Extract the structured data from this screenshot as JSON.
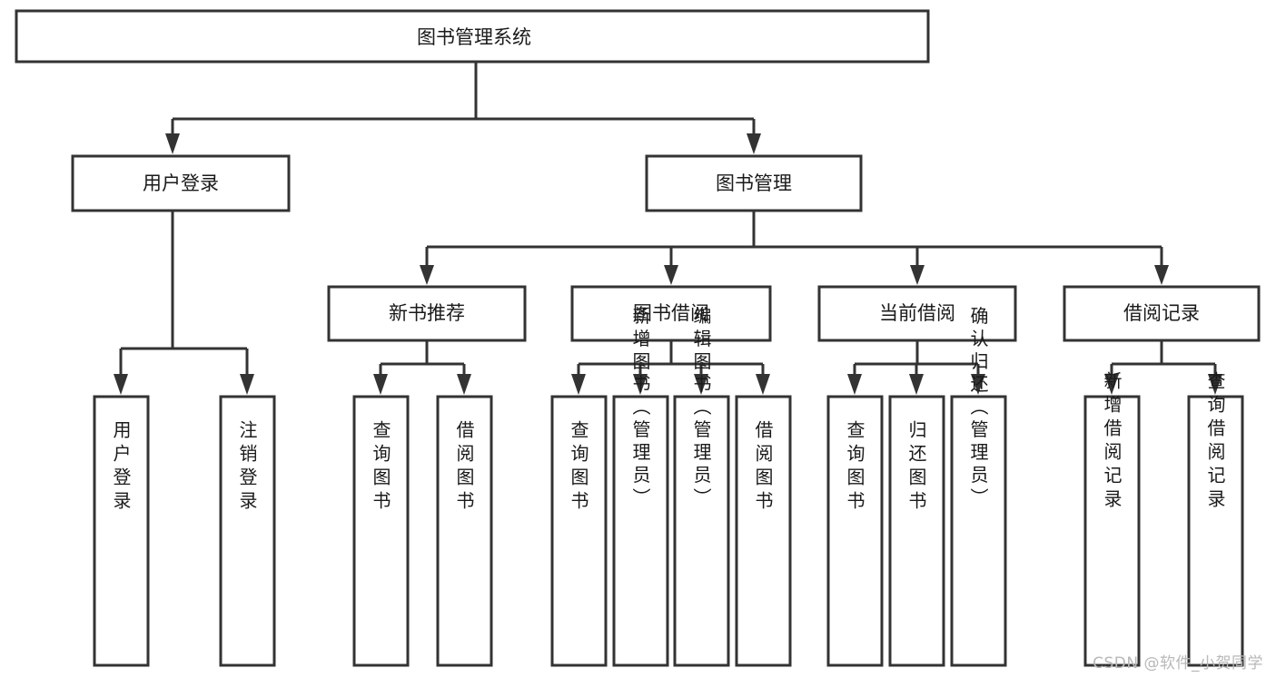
{
  "diagram": {
    "title": "图书管理系统",
    "type": "hierarchy-tree",
    "colors": {
      "box_stroke": "#333333",
      "box_fill": "#ffffff",
      "text": "#1a1a1a",
      "watermark": "#b8b8b8"
    },
    "levels": {
      "root": {
        "label": "图书管理系统",
        "orientation": "horizontal"
      },
      "level2": [
        {
          "label": "用户登录",
          "orientation": "horizontal"
        },
        {
          "label": "图书管理",
          "orientation": "horizontal"
        }
      ],
      "level3": [
        {
          "label": "新书推荐",
          "orientation": "horizontal"
        },
        {
          "label": "图书借阅",
          "orientation": "horizontal"
        },
        {
          "label": "当前借阅",
          "orientation": "horizontal"
        },
        {
          "label": "借阅记录",
          "orientation": "horizontal"
        }
      ],
      "leaves": [
        {
          "label": "用户登录",
          "orientation": "vertical",
          "parent": "用户登录"
        },
        {
          "label": "注销登录",
          "orientation": "vertical",
          "parent": "用户登录"
        },
        {
          "label": "查询图书",
          "orientation": "vertical",
          "parent": "新书推荐"
        },
        {
          "label": "借阅图书",
          "orientation": "vertical",
          "parent": "新书推荐"
        },
        {
          "label": "查询图书",
          "orientation": "vertical",
          "parent": "图书借阅"
        },
        {
          "label": "新增图书（管理员）",
          "orientation": "vertical",
          "parent": "图书借阅"
        },
        {
          "label": "编辑图书（管理员）",
          "orientation": "vertical",
          "parent": "图书借阅"
        },
        {
          "label": "借阅图书",
          "orientation": "vertical",
          "parent": "图书借阅"
        },
        {
          "label": "查询图书",
          "orientation": "vertical",
          "parent": "当前借阅"
        },
        {
          "label": "归还图书",
          "orientation": "vertical",
          "parent": "当前借阅"
        },
        {
          "label": "确认归还（管理员）",
          "orientation": "vertical",
          "parent": "当前借阅"
        },
        {
          "label": "新增借阅记录",
          "orientation": "vertical",
          "parent": "借阅记录"
        },
        {
          "label": "查询借阅记录",
          "orientation": "vertical",
          "parent": "借阅记录"
        }
      ]
    }
  },
  "watermark": {
    "text": "CSDN @软件_小贺同学"
  }
}
